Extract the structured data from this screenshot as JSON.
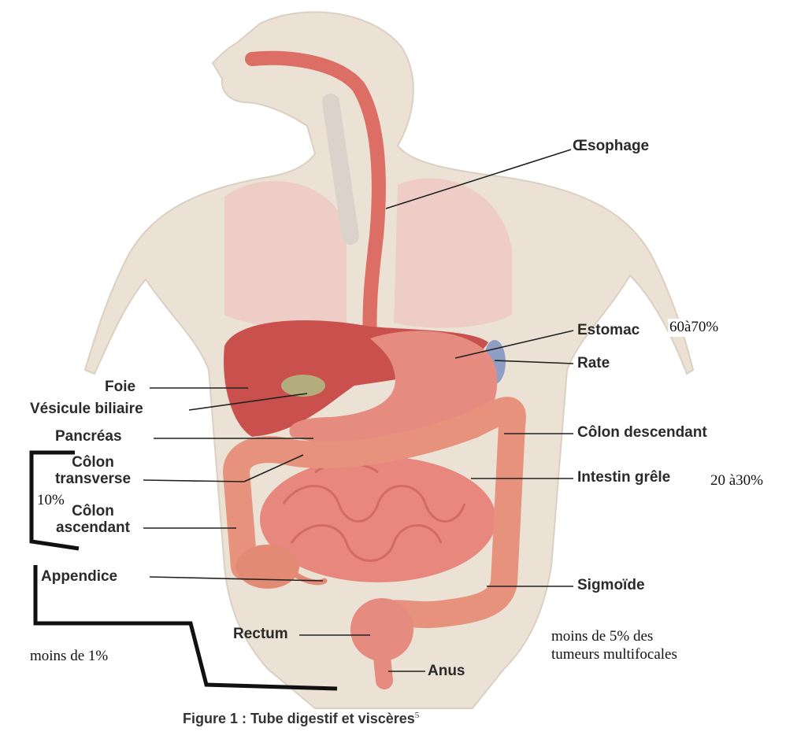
{
  "labels": {
    "oesophage": "Œsophage",
    "estomac": "Estomac",
    "rate": "Rate",
    "foie": "Foie",
    "vesicule": "Vésicule biliaire",
    "pancreas": "Pancréas",
    "colon_transverse_1": "Côlon",
    "colon_transverse_2": "transverse",
    "colon_ascendant_1": "Côlon",
    "colon_ascendant_2": "ascendant",
    "colon_descendant": "Côlon descendant",
    "intestin_grele": "Intestin grêle",
    "appendice": "Appendice",
    "sigmoide": "Sigmoïde",
    "rectum": "Rectum",
    "anus": "Anus"
  },
  "notes": {
    "estomac_pct": "60à70%",
    "intestin_pct": "20 à30%",
    "colon_pct": "10%",
    "appendice_pct": "moins de 1%",
    "multifocal_1": "moins de 5% des",
    "multifocal_2": "tumeurs multifocales"
  },
  "caption": {
    "text": "Figure 1 : Tube digestif et viscères",
    "sup": "5"
  },
  "colors": {
    "skin": "#ebe1d5",
    "lung": "#edc9c3",
    "liver": "#c9504d",
    "stomach": "#e58b80",
    "colon": "#e6927c",
    "small_intestine": "#e7877e",
    "esophagus": "#dc6e66",
    "spleen": "#8f9ec4",
    "bracket": "#111111"
  }
}
